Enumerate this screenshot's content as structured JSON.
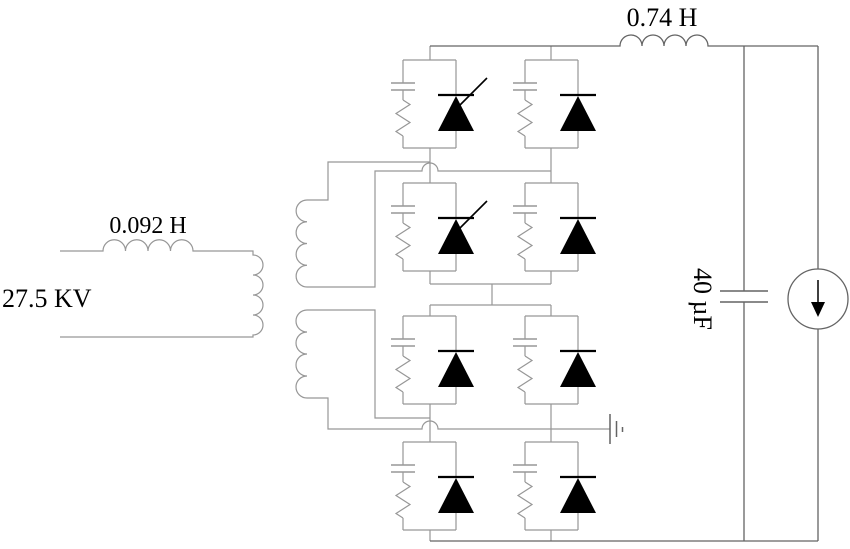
{
  "diagram": {
    "kind": "power-electronics rectifier circuit schematic",
    "background": "#ffffff",
    "colors": {
      "wire_light": "#979797",
      "wire_dark": "#646464",
      "device": "#000000",
      "text": "#000000"
    },
    "labels": {
      "source_voltage": "27.5 KV",
      "primary_inductor": "0.092 H",
      "dc_filter_inductor": "0.74 H",
      "dc_filter_capacitor": "40 µF"
    },
    "components": {
      "ac_source": {
        "value": "27.5 KV"
      },
      "primary_inductor": {
        "value": "0.092 H",
        "symbol": "inductor-icon",
        "turns": 4
      },
      "transformer": {
        "primary_turns": 4,
        "secondary_windings": 2,
        "secondary_turns": 4
      },
      "rectifier_bridge": {
        "rows": [
          {
            "left": "thyristor",
            "right": "diode"
          },
          {
            "left": "thyristor",
            "right": "diode"
          },
          {
            "left": "diode",
            "right": "diode"
          },
          {
            "left": "diode",
            "right": "diode"
          }
        ],
        "snubber": {
          "elements": [
            "capacitor",
            "resistor"
          ],
          "topology": "series RC in parallel with each device"
        }
      },
      "dc_filter_inductor": {
        "value": "0.74 H",
        "symbol": "inductor-icon",
        "turns": 4
      },
      "dc_filter_capacitor": {
        "value": "40 µF",
        "symbol": "capacitor-icon"
      },
      "load": {
        "type": "current source",
        "symbol": "current-source-icon",
        "arrow": "down"
      },
      "ground": {
        "symbol": "ground-icon"
      }
    }
  }
}
